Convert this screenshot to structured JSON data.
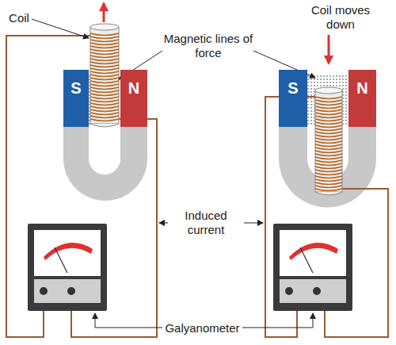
{
  "diagram": {
    "nodes": [
      {
        "text": [
          "S"
        ]
      },
      {
        "text": [
          "N"
        ]
      },
      {
        "text": [
          "S"
        ]
      },
      {
        "text": [
          "N"
        ]
      }
    ],
    "labels": [
      "Coil",
      "Magnetic lines of force",
      "Coil moves down",
      "Induced current",
      "Galyanometer"
    ]
  }
}
